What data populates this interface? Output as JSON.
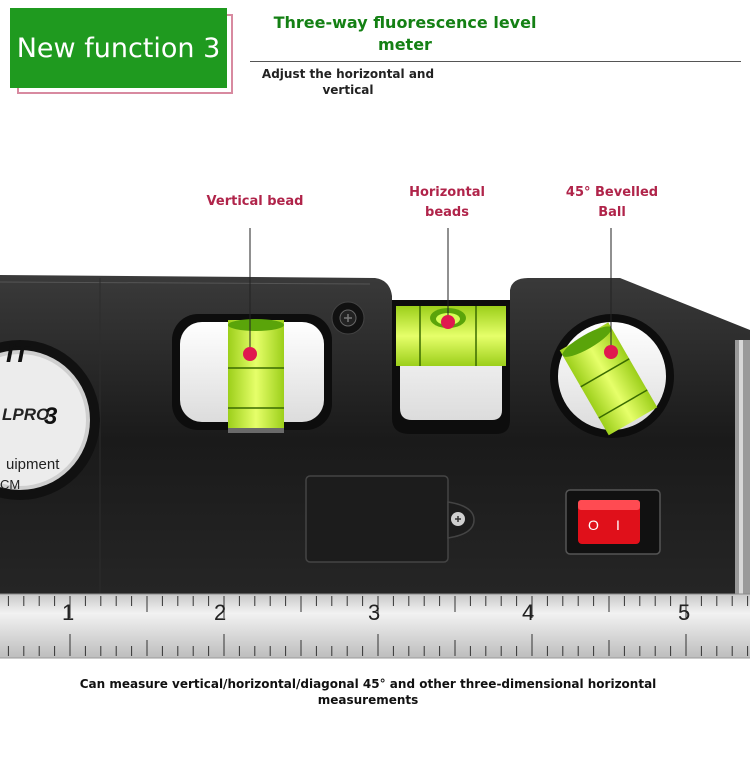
{
  "badge": {
    "label": "New function 3"
  },
  "header": {
    "title": "Three-way fluorescence level meter",
    "subtitle": "Adjust the horizontal and vertical"
  },
  "callouts": {
    "vertical": "Vertical bead",
    "horizontal": "Horizontal beads",
    "bevelled": "45° Bevelled Ball"
  },
  "device": {
    "brand_fragment": "IT",
    "model_fragment": "LPRO",
    "model_number": "3",
    "label_line2": "uipment",
    "label_line3": "CM",
    "switch_on": "O",
    "switch_off": "I",
    "ruler_numbers": [
      "1",
      "2",
      "3",
      "4",
      "5"
    ]
  },
  "caption": {
    "text": "Can measure vertical/horizontal/diagonal 45° and other three-dimensional horizontal measurements"
  },
  "colors": {
    "badge_green": "#1f9a1f",
    "title_green": "#148014",
    "callout_red": "#b0244a",
    "vial_yellow_green": "#c8f03a",
    "switch_red": "#e0101a"
  }
}
